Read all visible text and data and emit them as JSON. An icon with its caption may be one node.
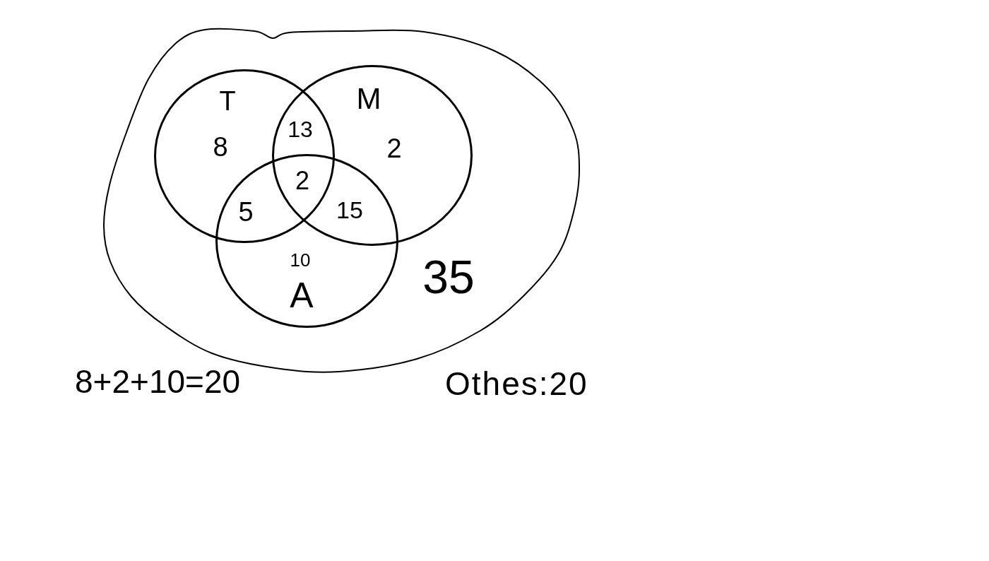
{
  "diagram": {
    "nodes": [
      {
        "text": [
          "35"
        ]
      },
      {
        "text": [
          "T",
          "8"
        ],
        "in": 0
      },
      {
        "text": [
          "M",
          "2"
        ],
        "in": 0
      },
      {
        "text": [
          "10",
          "A"
        ],
        "in": 0
      }
    ],
    "labels": [
      "13",
      "2",
      "5",
      "15",
      "8+2+10=20",
      "Othes:20"
    ]
  }
}
